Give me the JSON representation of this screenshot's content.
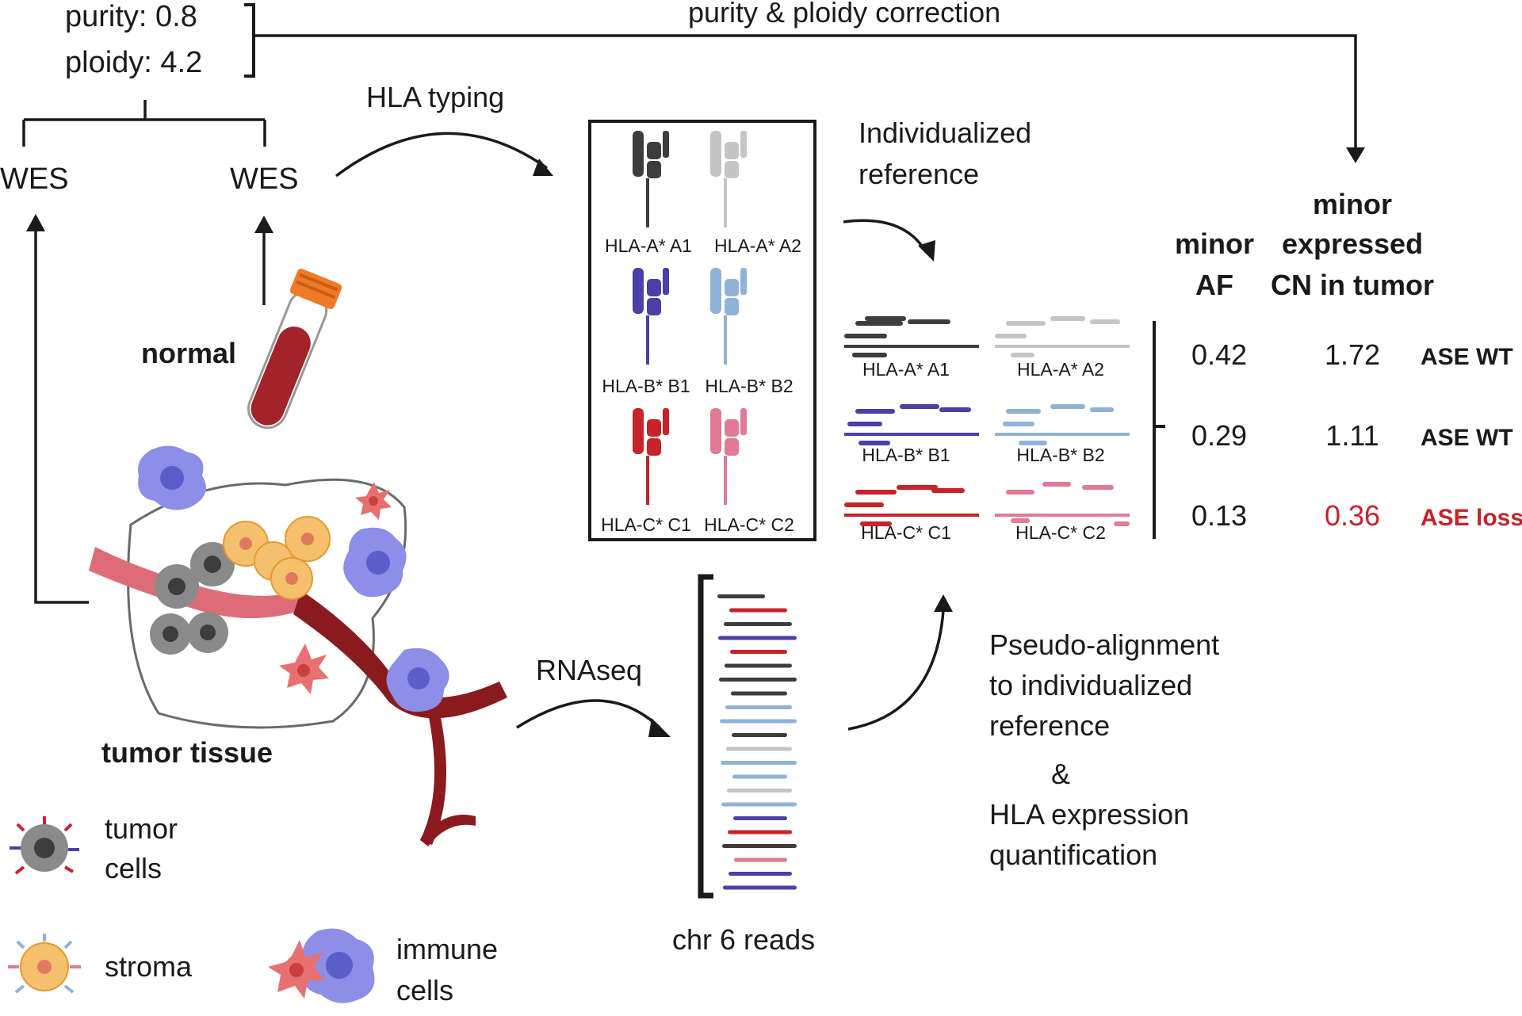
{
  "top": {
    "purity": "purity: 0.8",
    "ploidy": "ploidy: 4.2",
    "correction": "purity & ploidy correction"
  },
  "wes": {
    "tumor": "WES",
    "normal": "WES"
  },
  "hla_typing": "HLA typing",
  "individualized_reference": [
    "Individualized",
    "reference"
  ],
  "normal_label": "normal",
  "tumor_tissue_label": "tumor tissue",
  "alleles_box": [
    "HLA-A* A1",
    "HLA-A* A2",
    "HLA-B* B1",
    "HLA-B* B2",
    "HLA-C* C1",
    "HLA-C* C2"
  ],
  "reads_alleles": [
    "HLA-A* A1",
    "HLA-A* A2",
    "HLA-B* B1",
    "HLA-B* B2",
    "HLA-C* C1",
    "HLA-C* C2"
  ],
  "table": {
    "header_af": [
      "minor",
      "AF"
    ],
    "header_cn": [
      "minor",
      "expressed",
      "CN in tumor"
    ],
    "rows": [
      {
        "af": "0.42",
        "cn": "1.72",
        "status": "ASE WT"
      },
      {
        "af": "0.29",
        "cn": "1.11",
        "status": "ASE WT"
      },
      {
        "af": "0.13",
        "cn": "0.36",
        "status": "ASE loss"
      }
    ]
  },
  "rnaseq": "RNAseq",
  "chr6_reads": "chr 6 reads",
  "pseudo": [
    "Pseudo-alignment",
    "to individualized",
    "reference",
    "&",
    "HLA expression",
    "quantification"
  ],
  "legend": {
    "tumor_cells": [
      "tumor",
      "cells"
    ],
    "stroma": "stroma",
    "immune_cells": [
      "immune",
      "cells"
    ]
  },
  "colors": {
    "A1": "#3d3d3d",
    "A2": "#c4c4c4",
    "B1": "#4b3fa8",
    "B2": "#8fb2d8",
    "C1": "#c8222a",
    "C2": "#e07a95",
    "loss": "#c8222a",
    "tube": "#a3232a",
    "cap": "#f07a27",
    "vessel": "#8b1a1f",
    "vessel_light": "#e06b78",
    "immune": "#8c8ee8",
    "stroma": "#f5c06e",
    "tumor": "#8a8a8a"
  }
}
